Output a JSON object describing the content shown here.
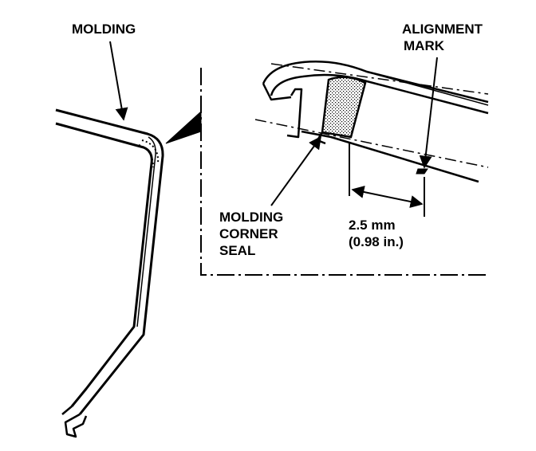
{
  "labels": {
    "molding": "MOLDING",
    "alignment_mark": [
      "ALIGNMENT",
      "MARK"
    ],
    "corner_seal": [
      "MOLDING",
      "CORNER",
      "SEAL"
    ],
    "dimension": [
      "2.5 mm",
      "(0.98 in.)"
    ]
  },
  "colors": {
    "ink": "#000000",
    "paper": "#ffffff"
  }
}
